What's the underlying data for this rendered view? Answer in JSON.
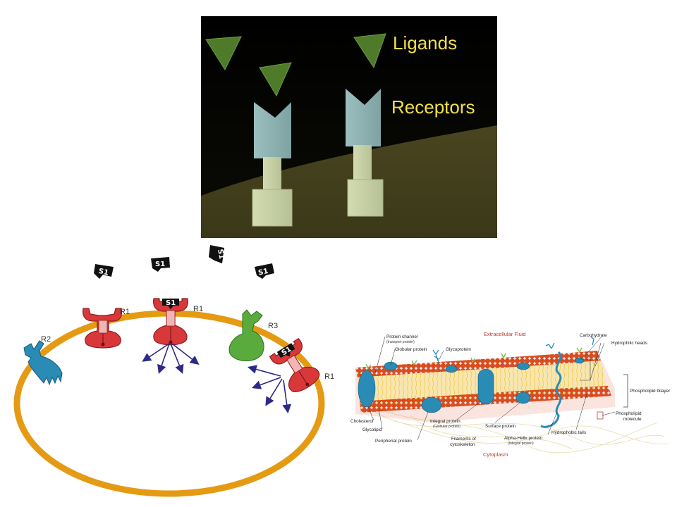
{
  "top_panel": {
    "label_ligands": "Ligands",
    "label_receptors": "Receptors",
    "colors": {
      "background": "#000000",
      "ground": "#3d3a1c",
      "ligand": "#4e7a2a",
      "receptor": "#8fb3b3",
      "stem": "#c9d3a8",
      "label": "#f2e04a"
    }
  },
  "left_panel": {
    "signal_tag": "S1",
    "receptor_labels": {
      "r1_top": "R1",
      "r1_middle": "R1",
      "r2": "R2",
      "r3": "R3",
      "r1_right": "R1"
    },
    "colors": {
      "cell_membrane": "#e59a13",
      "r1": "#d9383a",
      "r2": "#2a8bb5",
      "r3": "#5aab3e",
      "arrows": "#2c2a86"
    }
  },
  "right_panel": {
    "extracellular_fluid": "Extracellular Fluid",
    "cytoplasm": "Cytoplasm",
    "protein_channel": "Protein channel",
    "protein_channel_sub": "(transport protein)",
    "globular_protein": "Globular protein",
    "glycoprotein": "Glycoprotein",
    "carbohydrate": "Carbohydrate",
    "hydrophilic_heads": "Hydrophilic heads",
    "phospholipid_bilayer": "Phospholipid bilayer",
    "phospholipid_molecule_1": "Phospholipid",
    "phospholipid_molecule_2": "molecule",
    "cholesterol": "Cholesterol",
    "glycolipid": "Glycolipid",
    "peripherial_protein": "Peripherial protein",
    "integral_protein": "Integral protein",
    "integral_protein_sub": "(Globular protein)",
    "surface_protein": "Surface protein",
    "filaments_1": "Filaments of",
    "filaments_2": "cytoskeleton",
    "alpha_helix": "Alpha-Helix protein",
    "alpha_helix_sub": "(Integral protein)",
    "hydrophobic_tails": "Hydrophobic tails",
    "colors": {
      "heads": "#e04a1a",
      "tails": "#f2c94c",
      "protein": "#2a8bb5",
      "glyco": "#7ac143"
    }
  }
}
